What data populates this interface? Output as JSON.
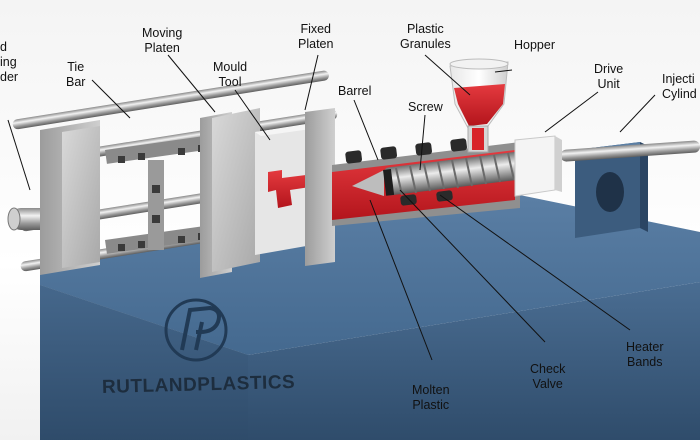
{
  "brand": {
    "name": "RUTLANDPLASTICS",
    "logo_icon": "rutland-plastics-logo"
  },
  "labels": {
    "clamping_cylinder": "d\ning\nder",
    "tie_bar": "Tie\nBar",
    "moving_platen": "Moving\nPlaten",
    "mould_tool": "Mould\nTool",
    "fixed_platen": "Fixed\nPlaten",
    "plastic_granules": "Plastic\nGranules",
    "hopper": "Hopper",
    "drive_unit": "Drive\nUnit",
    "injection_cylinder": "Injecti\nCylind",
    "barrel": "Barrel",
    "screw": "Screw",
    "molten_plastic": "Molten\nPlastic",
    "check_valve": "Check\nValve",
    "heater_bands": "Heater\nBands"
  },
  "colors": {
    "base_blue": "#3d5f82",
    "molten_red": "#d8232a",
    "steel_gray": "#c9c9c9"
  }
}
